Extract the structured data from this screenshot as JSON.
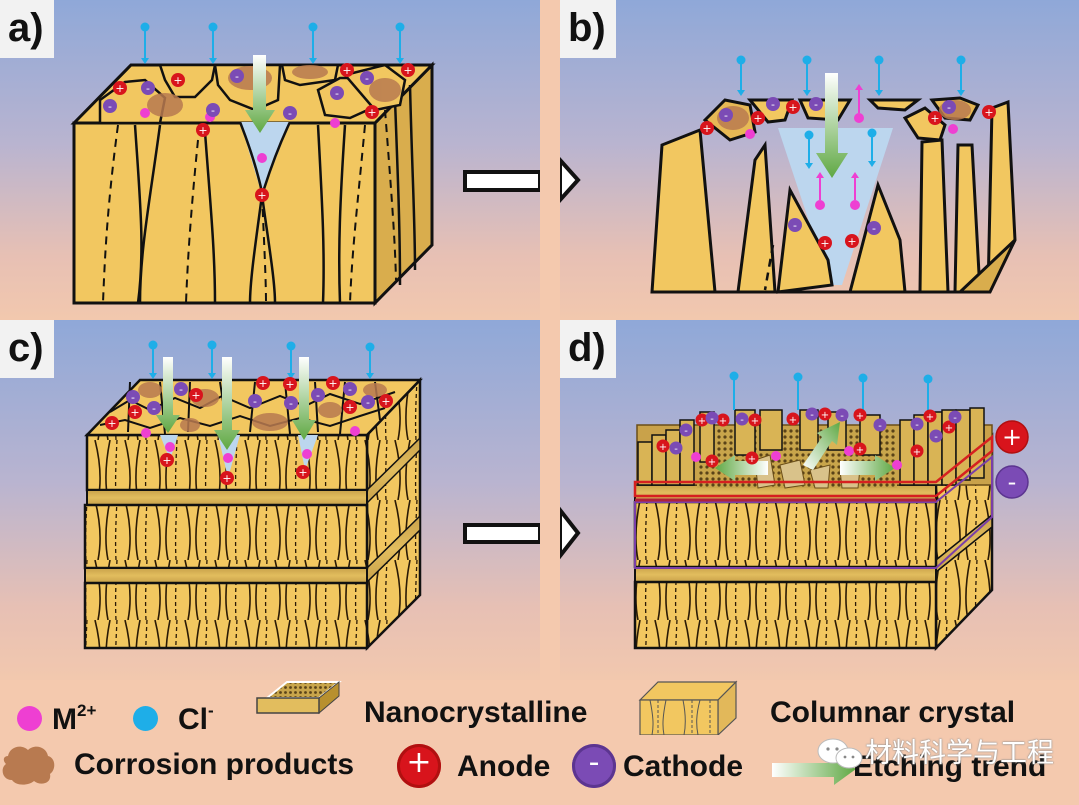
{
  "figure": {
    "description": "Schematic of corrosion mechanism: columnar crystal coating vs. nanocrystalline-interlayered coating",
    "panels": [
      {
        "id": "a",
        "label": "a)",
        "content": "Columnar crystal coating, initial pitting along grain boundaries with Cl- ingress and M2+ release"
      },
      {
        "id": "b",
        "label": "b)",
        "content": "Deep V-shaped etching along columnar boundaries"
      },
      {
        "id": "c",
        "label": "c)",
        "content": "Multilayer coating (columnar layers separated by nanocrystalline interlayers), multiple shallow pits"
      },
      {
        "id": "d",
        "label": "d)",
        "content": "Etching redirected laterally at nanocrystalline interlayer; anode/cathode layer coupling"
      }
    ],
    "transition_arrows": [
      "a-to-b",
      "c-to-d"
    ],
    "panel_d_side_markers": [
      {
        "type": "anode",
        "symbol": "+"
      },
      {
        "type": "cathode",
        "symbol": "-"
      }
    ]
  },
  "legend": {
    "m2plus": {
      "label": "M",
      "sup": "2+",
      "color": "#ee3fd2"
    },
    "cl": {
      "label": "Cl",
      "sup": "-",
      "color": "#1eaee8"
    },
    "nanocrystalline": {
      "label": "Nanocrystalline"
    },
    "columnar": {
      "label": "Columnar crystal"
    },
    "corrosion": {
      "label": "Corrosion products",
      "color": "#b87a50"
    },
    "anode": {
      "label": "Anode",
      "symbol": "+",
      "color": "#d8141c"
    },
    "cathode": {
      "label": "Cathode",
      "symbol": "-",
      "color": "#7b4bb5"
    },
    "etching": {
      "label": "Etching trend",
      "color": "#6ab04c"
    }
  },
  "watermark": {
    "text": "材料科学与工程"
  },
  "colors": {
    "crystal": "#f2c760",
    "crystal_dark": "#c9a24a",
    "outline": "#111111",
    "electrolyte": "#b9d6f0",
    "nano_band": "#d9b04a",
    "anode_frame": "#d62020",
    "cathode_frame": "#7a3fa8"
  }
}
